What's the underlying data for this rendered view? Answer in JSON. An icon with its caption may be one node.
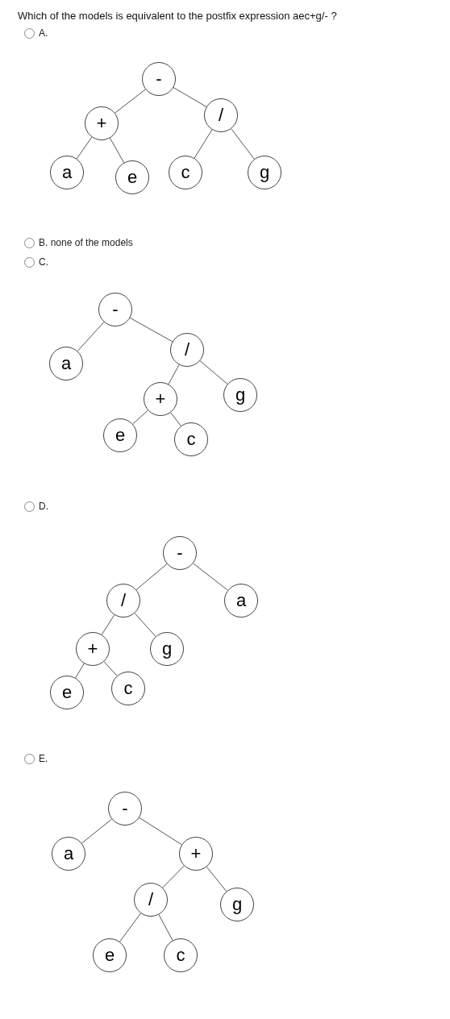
{
  "diagram": {
    "title": "Which of the models is equivalent to the postfix expression aec+g/- ?",
    "nodes": [
      {
        "text": [
          "-"
        ]
      },
      {
        "text": [
          "+"
        ]
      },
      {
        "text": [
          "/"
        ]
      },
      {
        "text": [
          "a"
        ]
      },
      {
        "text": [
          "e"
        ]
      },
      {
        "text": [
          "c"
        ]
      },
      {
        "text": [
          "g"
        ]
      },
      {
        "text": [
          "-"
        ]
      },
      {
        "text": [
          "/"
        ]
      },
      {
        "text": [
          "a"
        ]
      },
      {
        "text": [
          "+"
        ]
      },
      {
        "text": [
          "g"
        ]
      },
      {
        "text": [
          "e"
        ]
      },
      {
        "text": [
          "c"
        ]
      },
      {
        "text": [
          "-"
        ]
      },
      {
        "text": [
          "/"
        ]
      },
      {
        "text": [
          "a"
        ]
      },
      {
        "text": [
          "+"
        ]
      },
      {
        "text": [
          "g"
        ]
      },
      {
        "text": [
          "e"
        ]
      },
      {
        "text": [
          "c"
        ]
      },
      {
        "text": [
          "-"
        ]
      },
      {
        "text": [
          "a"
        ]
      },
      {
        "text": [
          "+"
        ]
      },
      {
        "text": [
          "/"
        ]
      },
      {
        "text": [
          "g"
        ]
      },
      {
        "text": [
          "e"
        ]
      },
      {
        "text": [
          "c"
        ]
      }
    ],
    "edges": [
      {
        "from": 0,
        "to": 1,
        "arrow": "none"
      },
      {
        "from": 0,
        "to": 2,
        "arrow": "none"
      },
      {
        "from": 1,
        "to": 3,
        "arrow": "none"
      },
      {
        "from": 1,
        "to": 4,
        "arrow": "none"
      },
      {
        "from": 2,
        "to": 5,
        "arrow": "none"
      },
      {
        "from": 2,
        "to": 6,
        "arrow": "none"
      },
      {
        "from": 7,
        "to": 9,
        "arrow": "none"
      },
      {
        "from": 7,
        "to": 8,
        "arrow": "none"
      },
      {
        "from": 8,
        "to": 10,
        "arrow": "none"
      },
      {
        "from": 8,
        "to": 11,
        "arrow": "none"
      },
      {
        "from": 10,
        "to": 12,
        "arrow": "none"
      },
      {
        "from": 10,
        "to": 13,
        "arrow": "none"
      },
      {
        "from": 14,
        "to": 15,
        "arrow": "none"
      },
      {
        "from": 14,
        "to": 16,
        "arrow": "none"
      },
      {
        "from": 15,
        "to": 17,
        "arrow": "none"
      },
      {
        "from": 15,
        "to": 18,
        "arrow": "none"
      },
      {
        "from": 17,
        "to": 19,
        "arrow": "none"
      },
      {
        "from": 17,
        "to": 20,
        "arrow": "none"
      },
      {
        "from": 21,
        "to": 22,
        "arrow": "none"
      },
      {
        "from": 21,
        "to": 23,
        "arrow": "none"
      },
      {
        "from": 23,
        "to": 24,
        "arrow": "none"
      },
      {
        "from": 23,
        "to": 25,
        "arrow": "none"
      },
      {
        "from": 24,
        "to": 26,
        "arrow": "none"
      },
      {
        "from": 24,
        "to": 27,
        "arrow": "none"
      }
    ],
    "labels": [
      "A.",
      "B. none of the models",
      "C.",
      "D.",
      "E."
    ]
  }
}
